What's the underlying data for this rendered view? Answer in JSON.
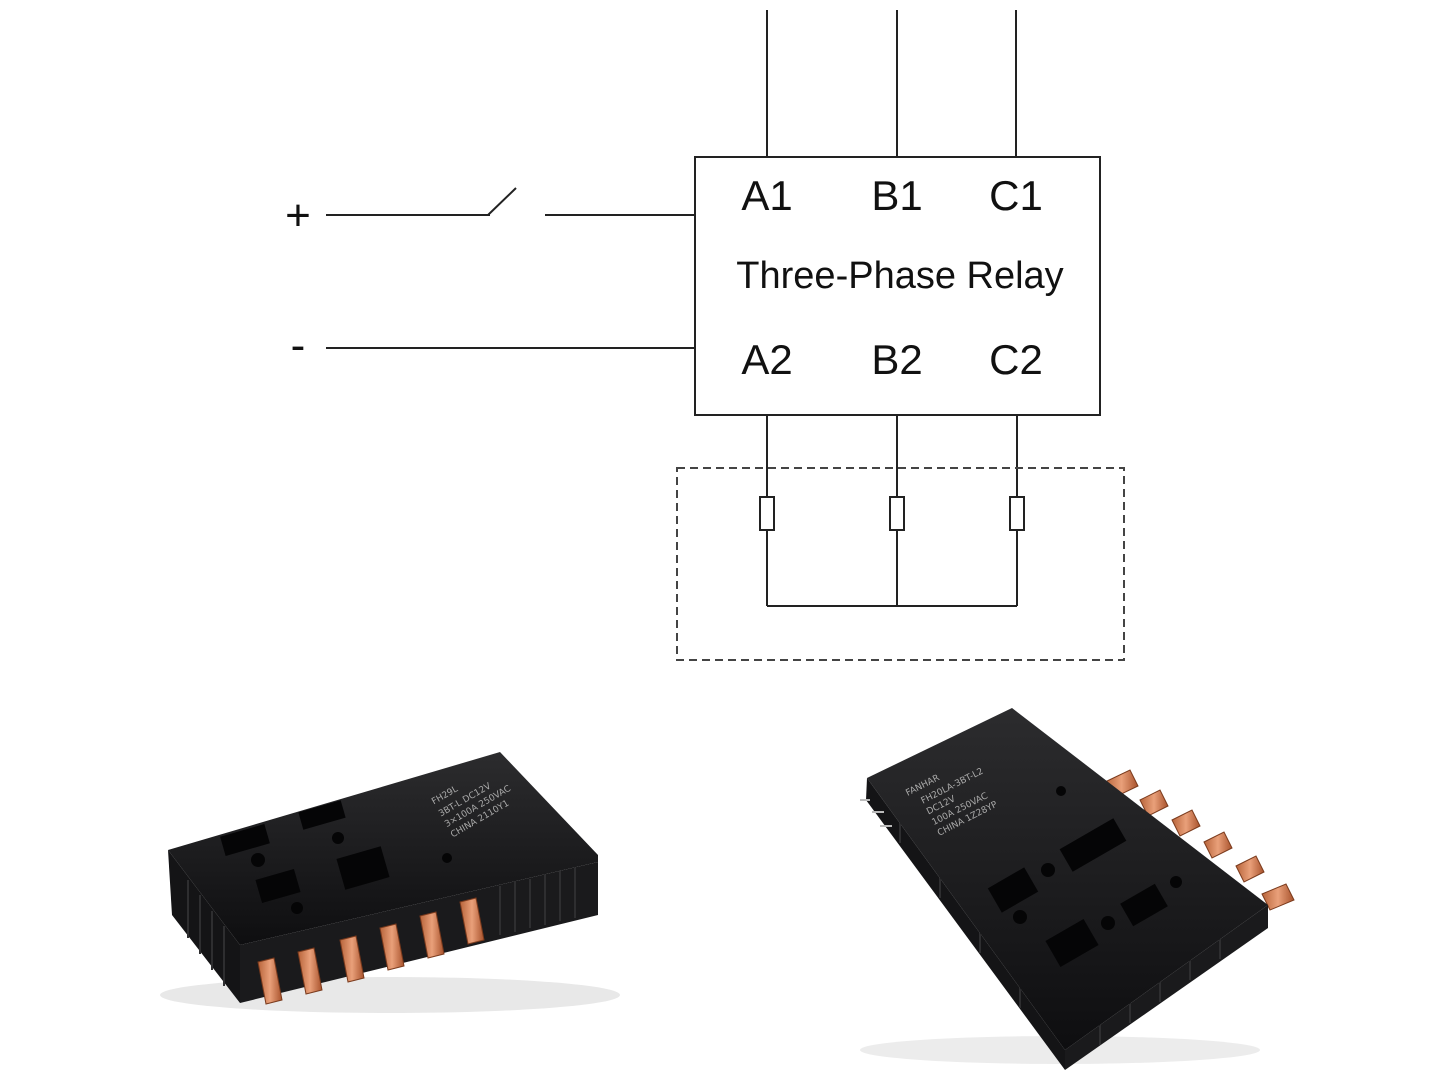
{
  "diagram": {
    "title": "Three-Phase Relay",
    "terminals_top": [
      "A1",
      "B1",
      "C1"
    ],
    "terminals_bottom": [
      "A2",
      "B2",
      "C2"
    ],
    "supply_plus": "+",
    "supply_minus": "-"
  },
  "photos": {
    "relay_left": {
      "brand": "FH29L",
      "lines": [
        "3BT-L DC12V",
        "3×100A 250VAC",
        "CHINA  2110Y1"
      ]
    },
    "relay_right": {
      "brand": "FANHAR",
      "lines": [
        "FH20LA-3BT-L2",
        "DC12V",
        "100A 250VAC",
        "CHINA  1Z28YP"
      ]
    }
  }
}
